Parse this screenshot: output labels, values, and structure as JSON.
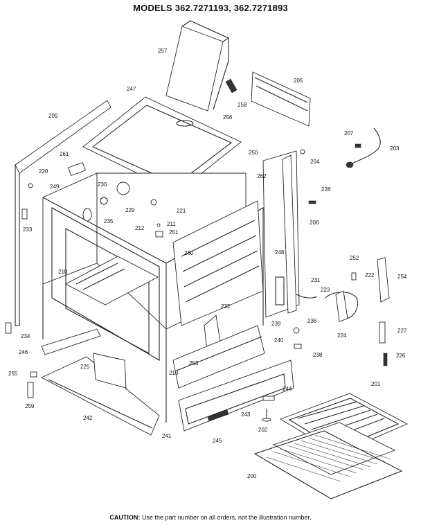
{
  "title": "MODELS 362.7271193, 362.7271893",
  "caution": {
    "label": "CAUTION:",
    "text": "Use the part number on all orders, not the illustration number."
  },
  "parts": [
    "257",
    "205",
    "247",
    "209",
    "258",
    "256",
    "207",
    "203",
    "261",
    "204",
    "250",
    "220",
    "262",
    "230",
    "228",
    "249",
    "229",
    "221",
    "233",
    "208",
    "235",
    "211",
    "251",
    "212",
    "260",
    "248",
    "252",
    "254",
    "231",
    "223",
    "222",
    "210",
    "232",
    "224",
    "227",
    "236",
    "239",
    "234",
    "240",
    "246",
    "238",
    "226",
    "253",
    "225",
    "213",
    "201",
    "255",
    "244",
    "259",
    "243",
    "242",
    "241",
    "202",
    "245",
    "200"
  ]
}
